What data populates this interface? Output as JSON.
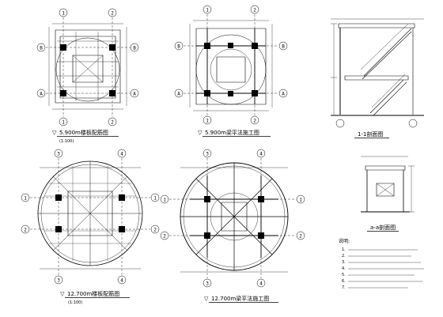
{
  "plans": [
    {
      "id": "p1",
      "title": "5.900m楼板配筋图",
      "elev_prefix": "▽",
      "scale": "(1:100)",
      "axes": [
        "B",
        "A",
        "1",
        "2"
      ]
    },
    {
      "id": "p2",
      "title": "5.900m梁平法施工图",
      "elev_prefix": "▽",
      "scale": "",
      "axes": [
        "B",
        "A",
        "1",
        "2"
      ]
    },
    {
      "id": "p3",
      "title": "12.700m楼板配筋图",
      "elev_prefix": "▽",
      "scale": "(1:100)",
      "axes": [
        "1",
        "2",
        "3",
        "4"
      ]
    },
    {
      "id": "p4",
      "title": "12.700m梁平法施工图",
      "elev_prefix": "▽",
      "scale": "",
      "axes": [
        "1",
        "2",
        "3",
        "4"
      ]
    }
  ],
  "sections": [
    {
      "id": "s1",
      "title": "1-1剖面图",
      "scale": ""
    },
    {
      "id": "s2",
      "title": "a-a剖面图",
      "scale": ""
    }
  ],
  "notes": {
    "heading": "说明:",
    "lines": [
      "1.",
      "2.",
      "3.",
      "4.",
      "5.",
      "6.",
      "7."
    ]
  }
}
